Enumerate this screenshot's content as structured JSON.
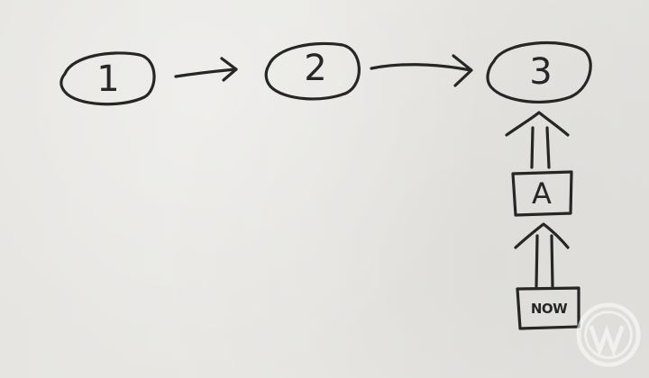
{
  "nodes": [
    {
      "id": "node-1",
      "label": "1"
    },
    {
      "id": "node-2",
      "label": "2"
    },
    {
      "id": "node-3",
      "label": "3"
    }
  ],
  "boxes": [
    {
      "id": "box-a",
      "label": "A"
    },
    {
      "id": "box-now",
      "label": "NOW"
    }
  ],
  "edges": [
    {
      "from": "node-1",
      "to": "node-2",
      "style": "single-arrow"
    },
    {
      "from": "node-2",
      "to": "node-3",
      "style": "single-arrow"
    },
    {
      "from": "box-a",
      "to": "node-3",
      "style": "double-arrow"
    },
    {
      "from": "box-now",
      "to": "box-a",
      "style": "double-arrow"
    }
  ],
  "ink_color": "#262626",
  "paper_color": "#e6e5e2",
  "watermark": {
    "icon": "wordpress-logo-icon"
  }
}
